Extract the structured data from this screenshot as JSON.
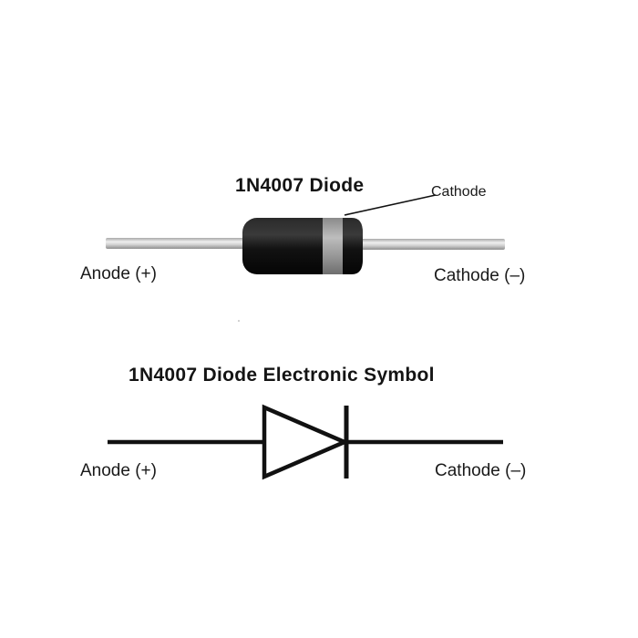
{
  "photo_section": {
    "title": "1N4007 Diode",
    "callout_label": "Cathode",
    "anode_label": "Anode (+)",
    "cathode_label": "Cathode (–)"
  },
  "symbol_section": {
    "title": "1N4007 Diode Electronic Symbol",
    "anode_label": "Anode (+)",
    "cathode_label": "Cathode (–)"
  },
  "colors": {
    "background": "#ffffff",
    "diode_body": "#141414",
    "cathode_band": "#9a9a9a",
    "lead_wire": "#c4c4c4",
    "symbol_stroke": "#111111"
  }
}
